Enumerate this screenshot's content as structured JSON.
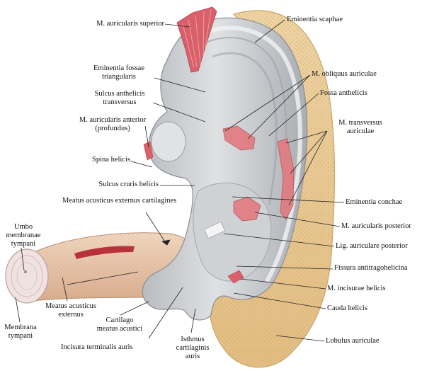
{
  "colors": {
    "cartilage": "#c2c5c8",
    "cartilage_light": "#e3e5e7",
    "cartilage_dark": "#8e9297",
    "skin": "#e9cc9a",
    "skin_dark": "#c9a56a",
    "fat_dots": "#d4a640",
    "muscle": "#d9606a",
    "muscle_light": "#f2b6b2",
    "canal": "#e8c3aa",
    "leader": "#222222"
  },
  "labels": {
    "m_auricularis_superior": "M. auricularis superior",
    "eminentia_scaphae": "Eminentia scaphae",
    "eminentia_fossae_triangularis": [
      "Eminentia fossae",
      "triangularis"
    ],
    "m_obliquus_auriculae": "M. obliquus auriculae",
    "sulcus_anthelicis_transversus": [
      "Sulcus anthelicis",
      "transversus"
    ],
    "fossa_anthelicis": "Fossa anthelicis",
    "m_auricularis_anterior": [
      "M. auricularis anterior",
      "(profundus)"
    ],
    "m_transversus_auriculae": [
      "M. transversus",
      "auriculae"
    ],
    "spina_helicis": "Spina helicis",
    "sulcus_cruris_helicis": "Sulcus cruris helicis",
    "meatus_acusticus_externus_cartilagines": "Meatus acusticus externus cartilagines",
    "eminentia_conchae": "Eminentia conchae",
    "umbo_membranae_tympani": [
      "Umbo",
      "membranae",
      "tympani"
    ],
    "m_auricularis_posterior": "M. auricularis posterior",
    "lig_auriculare_posterior": "Lig. auriculare posterior",
    "fissura_antitragohelicina": "Fissura antitragohelicina",
    "meatus_acusticus_externus": [
      "Meatus acusticus",
      "externus"
    ],
    "m_incisurae_helicis": "M. incisurae helicis",
    "cauda_helicis": "Cauda helicis",
    "cartilago_meatus_acustici": [
      "Cartilago",
      "meatus acustici"
    ],
    "membrana_tympani": [
      "Membrana",
      "tympani"
    ],
    "lobulus_auriculae": "Lobulus auriculae",
    "incisura_terminalis_auris": "Incisura terminalis auris",
    "isthmus_cartilaginis_auris": [
      "Isthmus",
      "cartilaginis",
      "auris"
    ]
  }
}
